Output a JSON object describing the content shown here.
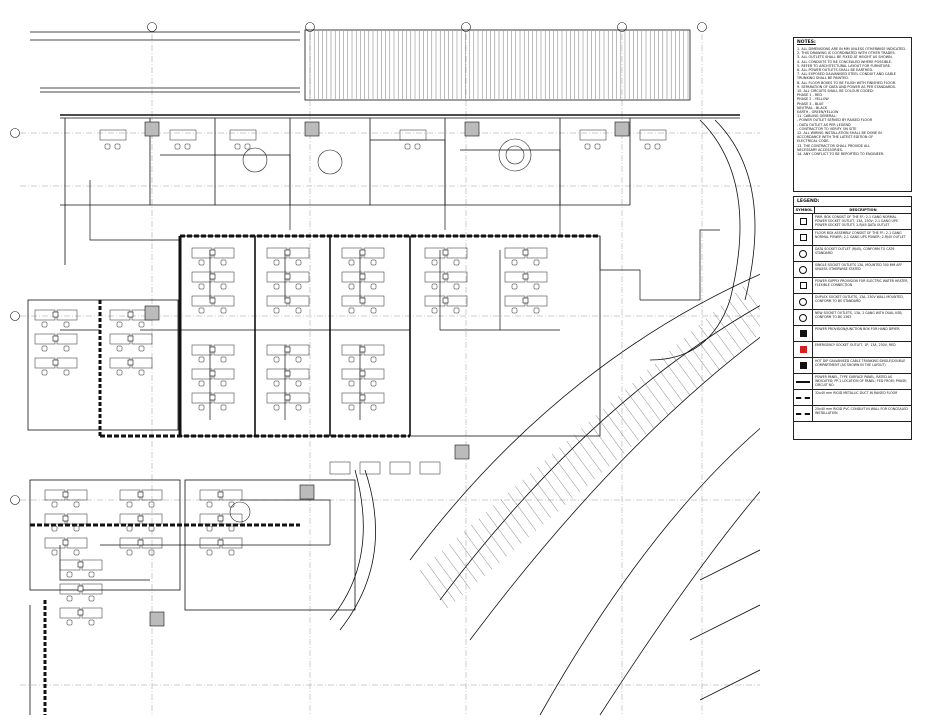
{
  "colors": {
    "ink": "#111111",
    "accent_red": "#d42020",
    "paper": "#ffffff"
  },
  "grid_bubbles": [
    "",
    "",
    "",
    "",
    "",
    "",
    "",
    ""
  ],
  "notes": {
    "title": "NOTES:",
    "lines": [
      "1. ALL DIMENSIONS ARE IN MM UNLESS OTHERWISE INDICATED.",
      "2. THIS DRAWING IS COORDINATED WITH OTHER TRADES.",
      "3. ALL OUTLETS SHALL BE FIXED AT HEIGHT AS SHOWN.",
      "4. ALL CONDUITS TO BE CONCEALED WHERE POSSIBLE.",
      "5. REFER TO ARCHITECTURAL LAYOUT FOR FURNITURE.",
      "6. ALL POWER OUTLETS SHALL BE EARTHED.",
      "7. ALL EXPOSED GALVANISED STEEL CONDUIT AND CABLE",
      "   TRUNKING SHALL BE PAINTED.",
      "8. ALL FLOOR BOXES TO BE FLUSH WITH FINISHED FLOOR.",
      "9. SEPARATION OF DATA AND POWER AS PER STANDARDS.",
      "10. ALL CIRCUITS SHALL BE COLOUR CODED:",
      "    PHASE 1 - RED",
      "    PHASE 2 - YELLOW",
      "    PHASE 3 - BLUE",
      "    NEUTRAL - BLACK",
      "    EARTH - GREEN/YELLOW",
      "11. CABLING GENERAL:",
      "   - POWER OUTLET SERVED BY RAISED FLOOR",
      "   - DATA OUTLET AS PER LEGEND",
      "   - CONTRACTOR TO VERIFY ON SITE",
      "12. ALL WIRING INSTALLATION SHALL BE DONE IN",
      "    ACCORDANCE WITH THE LATEST EDITION OF",
      "    ELECTRICAL CODE.",
      "13. THE CONTRACTOR SHALL PROVIDE ALL",
      "    NECESSARY ACCESSORIES.",
      "14. ANY CONFLICT TO BE REPORTED TO ENGINEER."
    ]
  },
  "legend": {
    "title": "LEGEND:",
    "col_symbol": "SYMBOL",
    "col_description": "DESCRIPTION",
    "rows": [
      {
        "sym": "box",
        "desc": "PWR. BOX CONSIST OF THE FF.: 2-1 GANG NORMAL POWER SOCKET OUTLET, 13A, 230V; 2-1 GANG UPS POWER SOCKET OUTLET; 2-RJ45 DATA OUTLET"
      },
      {
        "sym": "box",
        "desc": "FLOOR BOX ASSEMBLY CONSIST OF THE FF.: 2-1 GANG NORMAL POWER; 2-1 GANG UPS POWER; 2-RJ45 OUTLET"
      },
      {
        "sym": "circle",
        "desc": "DATA SOCKET OUTLET (RJ45), CONFORM TO CAT6 STANDARD"
      },
      {
        "sym": "circle",
        "desc": "SINGLE SOCKET OUTLETS 13A, MOUNTED 300 MM AFF UNLESS OTHERWISE STATED"
      },
      {
        "sym": "box",
        "desc": "POWER SUPPLY PROVISION FOR ELECTRIC WATER HEATER, FLEXIBLE CONNECTION"
      },
      {
        "sym": "circle",
        "desc": "DUPLEX SOCKET OUTLETS, 13A, 230V WALL MOUNTED, CONFORM TO BS STANDARD"
      },
      {
        "sym": "circle",
        "desc": "NEW SOCKET OUTLETS, 13A, 2 GANG WITH DUAL USB, CONFORM TO BS 1363"
      },
      {
        "sym": "fill",
        "desc": "POWER PROVISION/JUNCTION BOX FOR HAND DRYER."
      },
      {
        "sym": "red",
        "desc": "EMERGENCY SOCKET OUTLET, 1P, 13A, 230V, RED"
      },
      {
        "sym": "fill",
        "desc": "HOT DIP GALVANISED CABLE TRUNKING SINGLE/DOUBLE COMPARTMENT (AS SHOWN IN THE LAYOUT)"
      },
      {
        "sym": "line",
        "desc": "POWER PANEL, TYPE SURFACE PANEL, RATED AS INDICATED; PP-1 LOCATION OF PANEL; FED FROM; PHASE; CIRCUIT NO."
      },
      {
        "sym": "dash",
        "desc": "32x40 mm RIGID METALLIC DUCT IN RAISED FLOOR"
      },
      {
        "sym": "dash",
        "desc": "25x40 mm RIGID PVC CONDUIT IN WALL FOR CONCEALED INSTALLATION"
      }
    ]
  },
  "labels": {
    "trunk": [
      "",
      "",
      ""
    ],
    "rooms": [
      "",
      "",
      "",
      "",
      "",
      "",
      "",
      ""
    ],
    "lobby": ""
  }
}
